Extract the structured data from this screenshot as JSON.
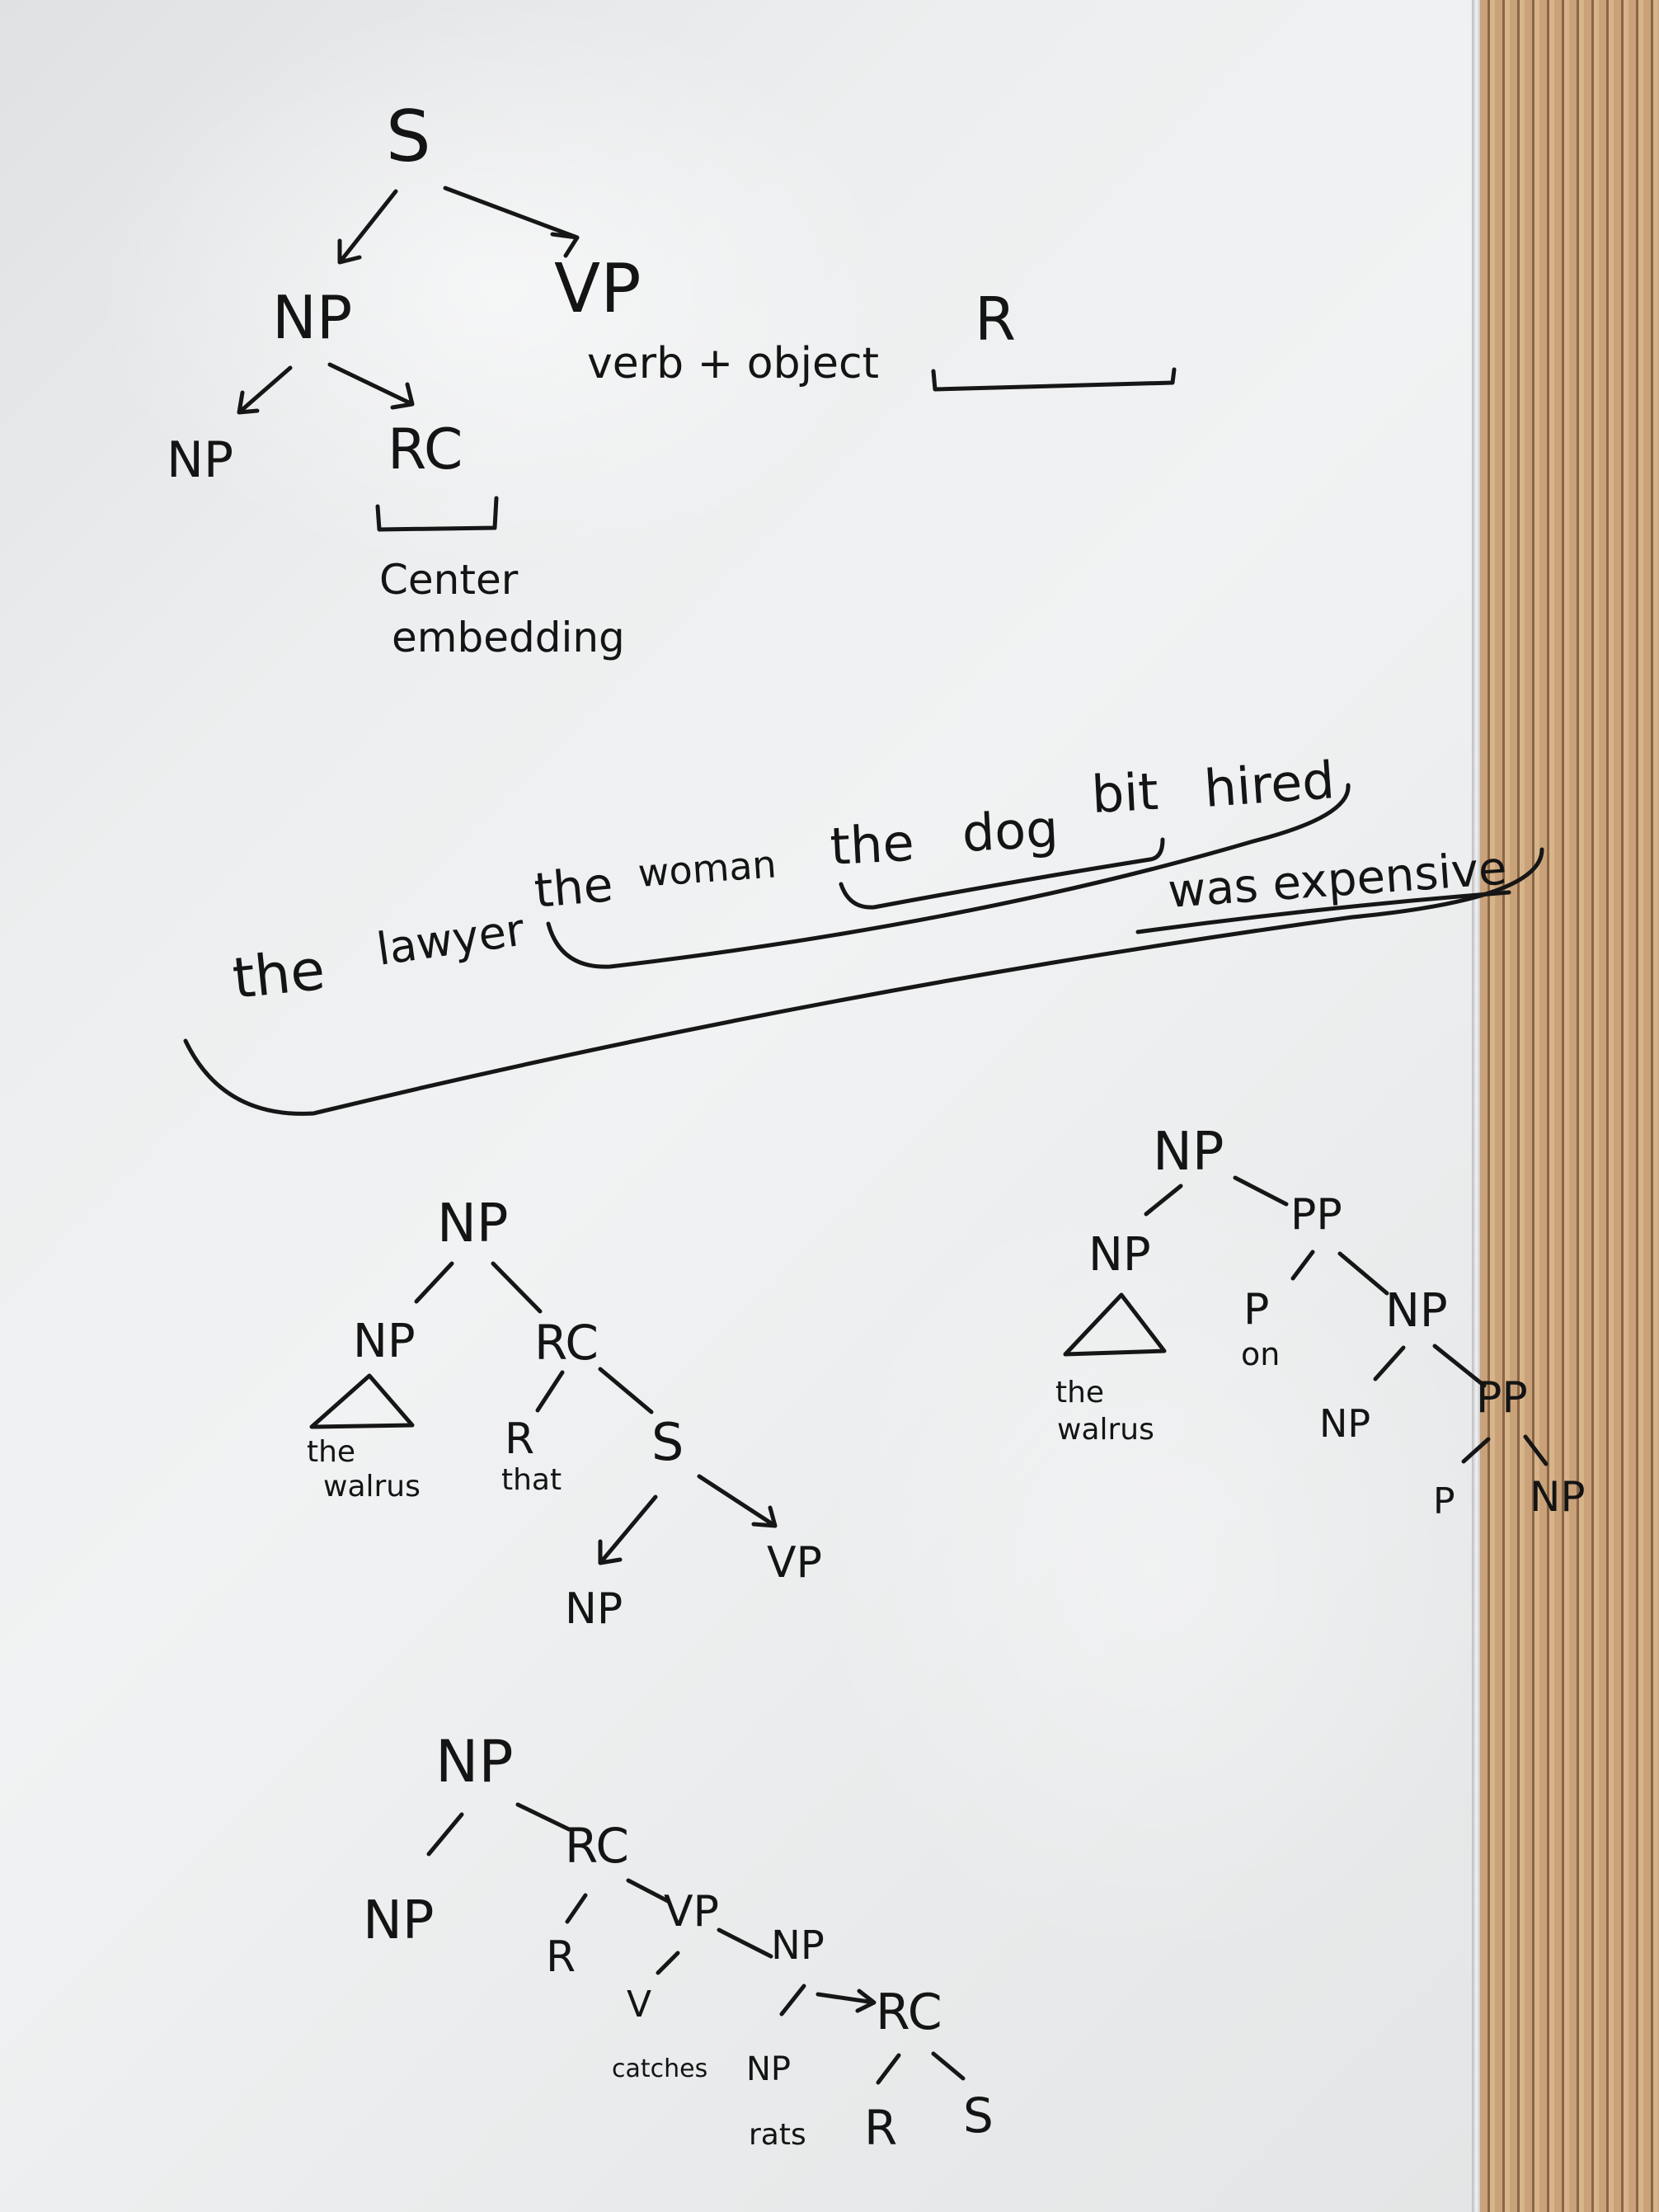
{
  "tree1": {
    "root": "S",
    "np": "NP",
    "vp": "VP",
    "vp_note": "verb + object",
    "r": "R",
    "np_child": "NP",
    "rc": "RC",
    "note_line1": "Center",
    "note_line2": "embedding"
  },
  "sentence": {
    "w1": "the",
    "w2": "lawyer",
    "w3": "the",
    "w4": "woman",
    "w5": "the",
    "w6": "dog",
    "w7": "bit",
    "w8": "hired",
    "w9": "was expensive"
  },
  "tree2": {
    "np": "NP",
    "np_left": "NP",
    "np_left_text1": "the",
    "np_left_text2": "walrus",
    "rc": "RC",
    "r": "R",
    "r_text": "that",
    "s": "S",
    "np_bottom": "NP",
    "vp": "VP"
  },
  "tree3": {
    "np": "NP",
    "np_left": "NP",
    "np_left_text1": "the",
    "np_left_text2": "walrus",
    "pp": "PP",
    "p": "P",
    "p_text": "on",
    "np_right": "NP",
    "np_inner": "NP",
    "pp_inner": "PP",
    "p_inner": "P",
    "np_last": "NP"
  },
  "tree4": {
    "np": "NP",
    "np_left": "NP",
    "rc": "RC",
    "r": "R",
    "vp": "VP",
    "v": "V",
    "v_text": "catches",
    "np_obj": "NP",
    "np_inner": "NP",
    "np_inner_text": "rats",
    "rc_inner": "RC",
    "r_inner": "R",
    "s_inner": "S"
  }
}
